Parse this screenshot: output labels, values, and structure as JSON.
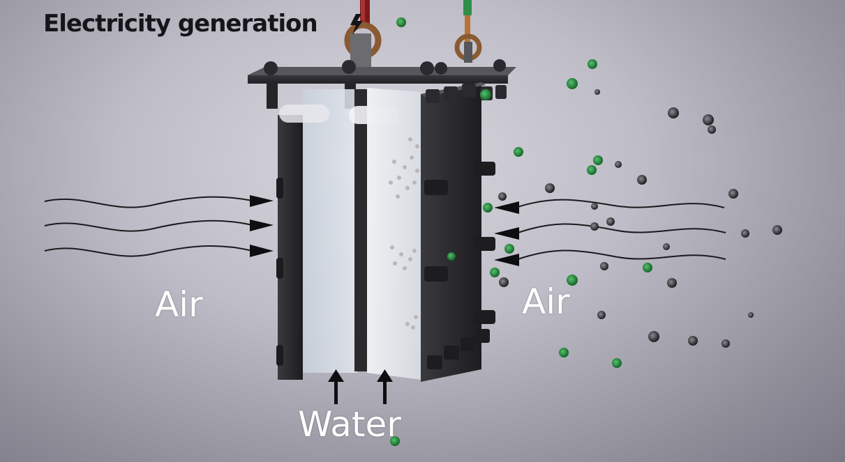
{
  "title": "Electricity generation",
  "labels": {
    "air_left": "Air",
    "air_right": "Air",
    "water": "Water"
  },
  "colors": {
    "background": "#bebcc6",
    "frame": "#2b2b2e",
    "green_particle": "#1f8a3a",
    "dark_particle": "#2a2a2e",
    "wire_red": "#8b1e1e",
    "wire_green": "#2f8f4a",
    "text_title": "#16161a",
    "text_label": "#ffffff"
  },
  "icons": {
    "flow_arrow": "arrow-icon",
    "particle": "particle-icon",
    "lightning": "lightning-icon"
  }
}
